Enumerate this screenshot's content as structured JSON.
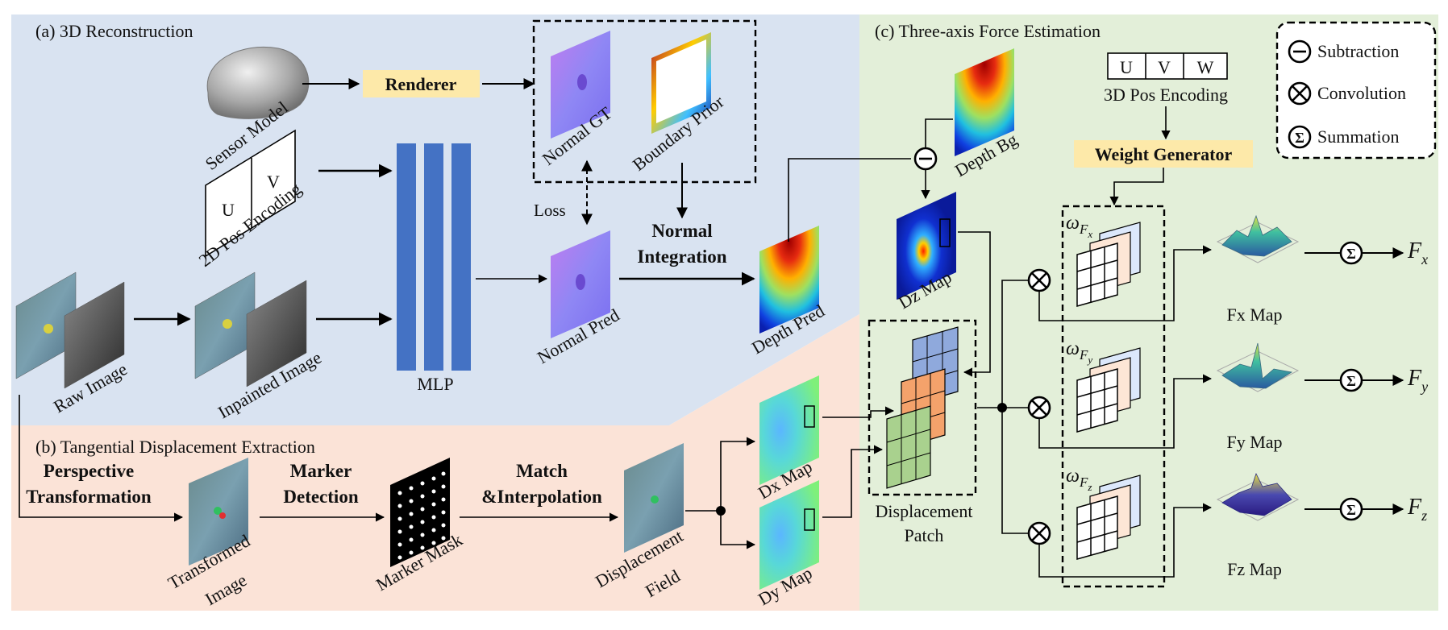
{
  "panels": {
    "a_title": "(a) 3D Reconstruction",
    "b_title": "(b) Tangential Displacement Extraction",
    "c_title": "(c) Three-axis Force Estimation"
  },
  "recon": {
    "sensor_model": "Sensor Model",
    "renderer": "Renderer",
    "pos2d_u": "U",
    "pos2d_v": "V",
    "pos2d_label": "2D Pos Encoding",
    "mlp": "MLP",
    "raw_image": "Raw Image",
    "inpainted_image": "Inpainted Image",
    "normal_gt": "Normal GT",
    "boundary_prior": "Boundary Prior",
    "loss": "Loss",
    "normal_pred": "Normal Pred",
    "normal_integration_1": "Normal",
    "normal_integration_2": "Integration",
    "depth_pred": "Depth Pred"
  },
  "tangential": {
    "perspective_1": "Perspective",
    "perspective_2": "Transformation",
    "transformed_1": "Transformed",
    "transformed_2": "Image",
    "marker_detection_1": "Marker",
    "marker_detection_2": "Detection",
    "marker_mask": "Marker Mask",
    "match_1": "Match",
    "match_2": "&Interpolation",
    "displacement_1": "Displacement",
    "displacement_2": "Field",
    "dx_map": "Dx Map",
    "dy_map": "Dy Map"
  },
  "force": {
    "depth_bg": "Depth Bg",
    "dz_map": "Dz Map",
    "pos3d_u": "U",
    "pos3d_v": "V",
    "pos3d_w": "W",
    "pos3d_label": "3D Pos Encoding",
    "weight_generator": "Weight Generator",
    "disp_patch_1": "Displacement",
    "disp_patch_2": "Patch",
    "omega": "ω",
    "w_fx": "F",
    "w_fx_sub": "x",
    "w_fy": "F",
    "w_fy_sub": "y",
    "w_fz": "F",
    "w_fz_sub": "z",
    "fx_map": "Fx Map",
    "fy_map": "Fy Map",
    "fz_map": "Fz Map",
    "out_fx": "F",
    "out_fx_sub": "x",
    "out_fy": "F",
    "out_fy_sub": "y",
    "out_fz": "F",
    "out_fz_sub": "z",
    "subtraction_symbol": "−",
    "summation_symbol": "Σ"
  },
  "legend": {
    "subtraction": "Subtraction",
    "convolution": "Convolution",
    "summation": "Summation"
  },
  "colors": {
    "panel_a": "#d9e3f1",
    "panel_b": "#fbe3d7",
    "panel_c": "#e3efd9",
    "mlp": "#4472c4",
    "renderer_fill": "#fde9a9",
    "patch_blue": "#8fa9dc",
    "patch_orange": "#f4a26b",
    "patch_green": "#a9d18e"
  }
}
